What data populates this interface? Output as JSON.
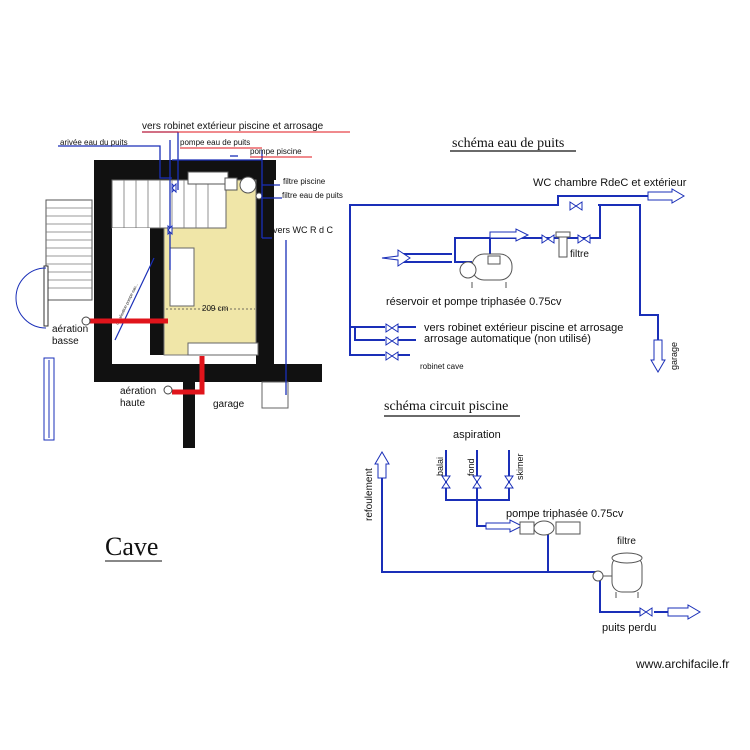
{
  "plan": {
    "title": "Cave",
    "labels": {
      "vers_robinet_exterieur": "vers robinet extérieur piscine et arrosage",
      "arrivee_eau": "arivée eau du puits",
      "pompe_eau_puits": "pompe eau de puits",
      "pompe_piscine": "pompe piscine",
      "filtre_piscine": "filtre piscine",
      "filtre_eau_puits": "filtre eau de puits",
      "vers_wc": "vers WC R d C",
      "dimension": "209 cm",
      "aeration_basse_1": "aération",
      "aeration_basse_2": "basse",
      "aeration_haute_1": "aération",
      "aeration_haute_2": "haute",
      "garage": "garage",
      "stairs_note": "canalisation pompe eau..."
    }
  },
  "well_diagram": {
    "title": "schéma eau de puits",
    "labels": {
      "wc": "WC chambre RdeC et extérieur",
      "filtre": "filtre",
      "reservoir": "réservoir et pompe triphasée 0.75cv",
      "robinet_ext": "vers robinet extérieur piscine et arrosage",
      "arrosage": "arrosage automatique (non utilisé)",
      "robinet_cave": "robinet cave",
      "garage": "garage"
    }
  },
  "pool_diagram": {
    "title": "schéma circuit piscine",
    "labels": {
      "aspiration": "aspiration",
      "balai": "balai",
      "fond": "fond",
      "skimer": "skimer",
      "refoulement": "refoulement",
      "pompe": "pompe triphasée 0.75cv",
      "filtre": "filtre",
      "puits_perdu": "puits perdu"
    }
  },
  "footer": {
    "site": "www.archifacile.fr"
  },
  "colors": {
    "pipe": "#1a2fb8",
    "red_pipe": "#e0141b",
    "room_fill": "#f0e6a8",
    "wall": "#111111",
    "title_underline_red": "#e0141b"
  }
}
